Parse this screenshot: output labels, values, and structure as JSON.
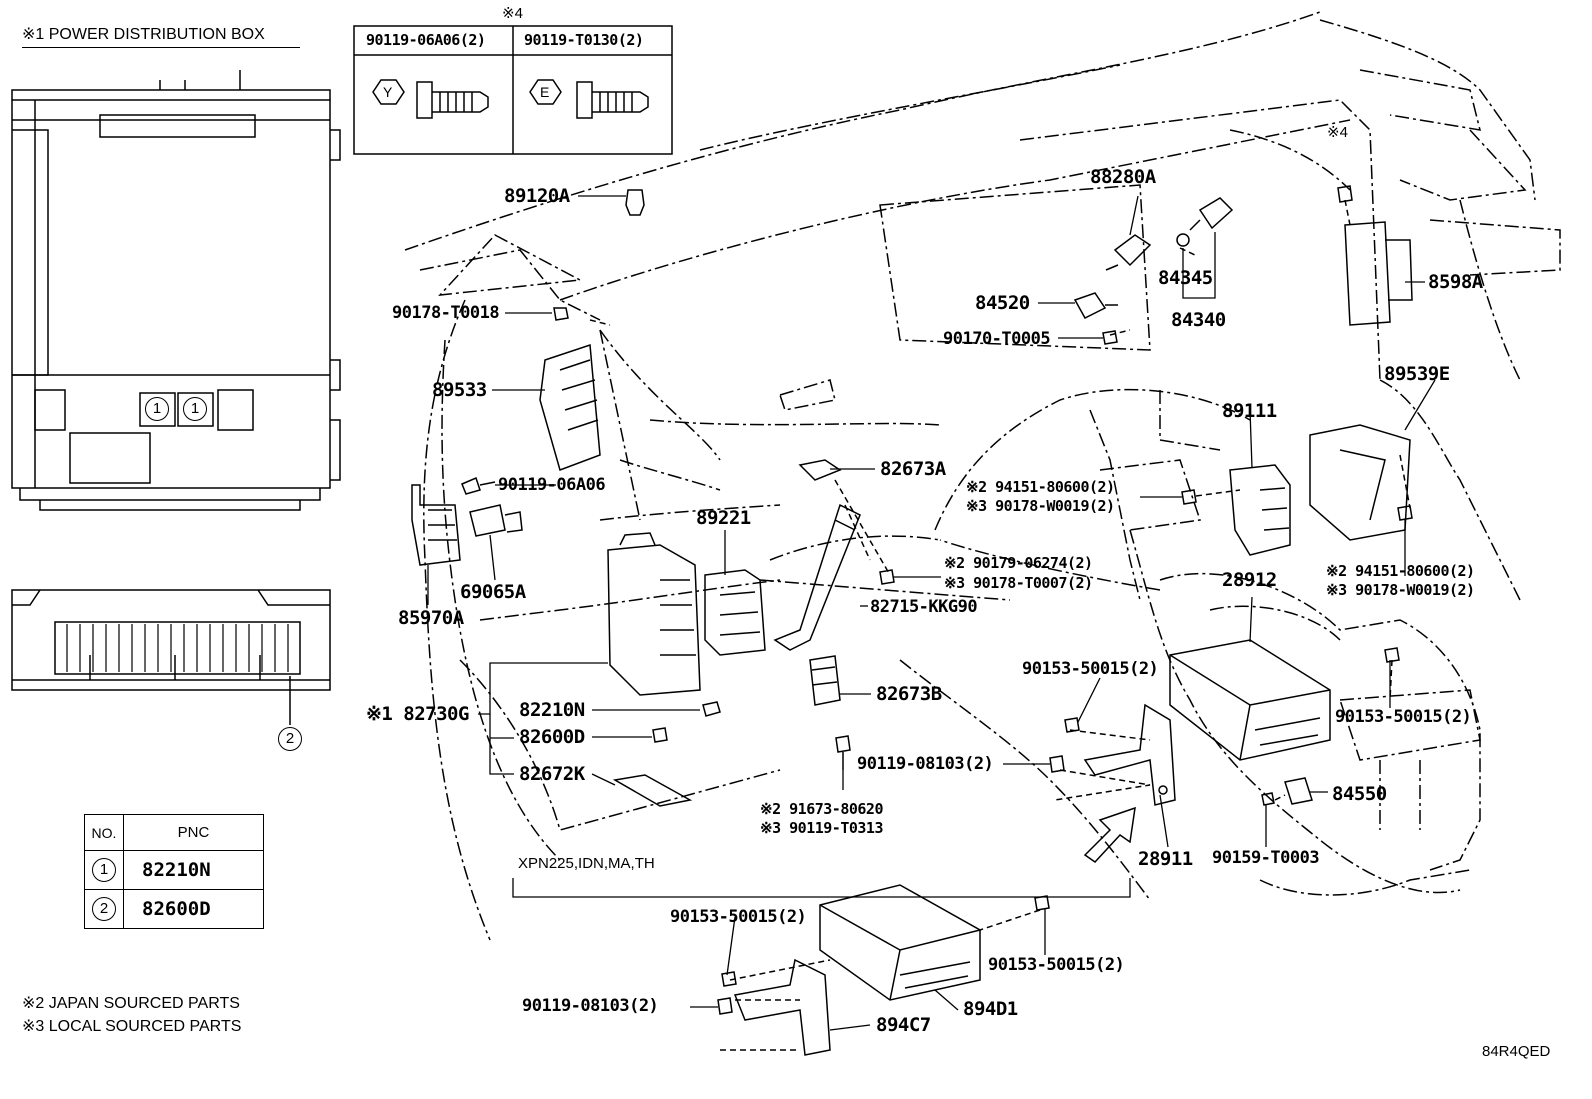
{
  "notes": {
    "n1": "※1  POWER DISTRIBUTION BOX",
    "n4": "※4",
    "n2": "※2 JAPAN SOURCED PARTS",
    "n3": "※3 LOCAL SOURCED PARTS",
    "variant": "XPN225,IDN,MA,TH",
    "ref_code": "84R4QED",
    "box_callout": "2"
  },
  "fastener_table": {
    "col1": {
      "part": "90119-06A06(2)",
      "mark": "Y"
    },
    "col2": {
      "part": "90119-T0130(2)",
      "mark": "E"
    }
  },
  "pnc_table": {
    "header_no": "NO.",
    "header_pnc": "PNC",
    "rows": [
      {
        "no": "1",
        "pnc": "82210N"
      },
      {
        "no": "2",
        "pnc": "82600D"
      }
    ]
  },
  "labels": {
    "p89120A": "89120A",
    "p90178T0018": "90178-T0018",
    "p89533": "89533",
    "p9011906A06": "90119-06A06",
    "p85970A": "85970A",
    "p69065A": "69065A",
    "p82730G": "※1 82730G",
    "p82210N": "82210N",
    "p82600D": "82600D",
    "p82672K": "82672K",
    "p89221": "89221",
    "p82673A": "82673A",
    "p82715": "82715-KKG90",
    "p82673B": "82673B",
    "p91673": "※2 91673-80620",
    "p90119T0313": "※3 90119-T0313",
    "p9011908103a": "90119-08103(2)",
    "p88280A": "88280A",
    "p84345": "84345",
    "p84340": "84340",
    "p84520": "84520",
    "p90170T0005": "90170-T0005",
    "p8598A": "8598A",
    "s4": "※4",
    "p89539E": "89539E",
    "p89111": "89111",
    "p94151a": "※2 94151-80600(2)",
    "p90178W0019a": "※3 90178-W0019(2)",
    "p90179": "※2 90179-06274(2)",
    "p90178T0007": "※3 90178-T0007(2)",
    "p28912": "28912",
    "p94151b": "※2 94151-80600(2)",
    "p90178W0019b": "※3 90178-W0019(2)",
    "p9015350015a": "90153-50015(2)",
    "p9015350015b": "90153-50015(2)",
    "p84550": "84550",
    "p28911": "28911",
    "p90159T0003": "90159-T0003",
    "p9015350015c": "90153-50015(2)",
    "p9015350015d": "90153-50015(2)",
    "p9011908103b": "90119-08103(2)",
    "p894D1": "894D1",
    "p894C7": "894C7"
  }
}
